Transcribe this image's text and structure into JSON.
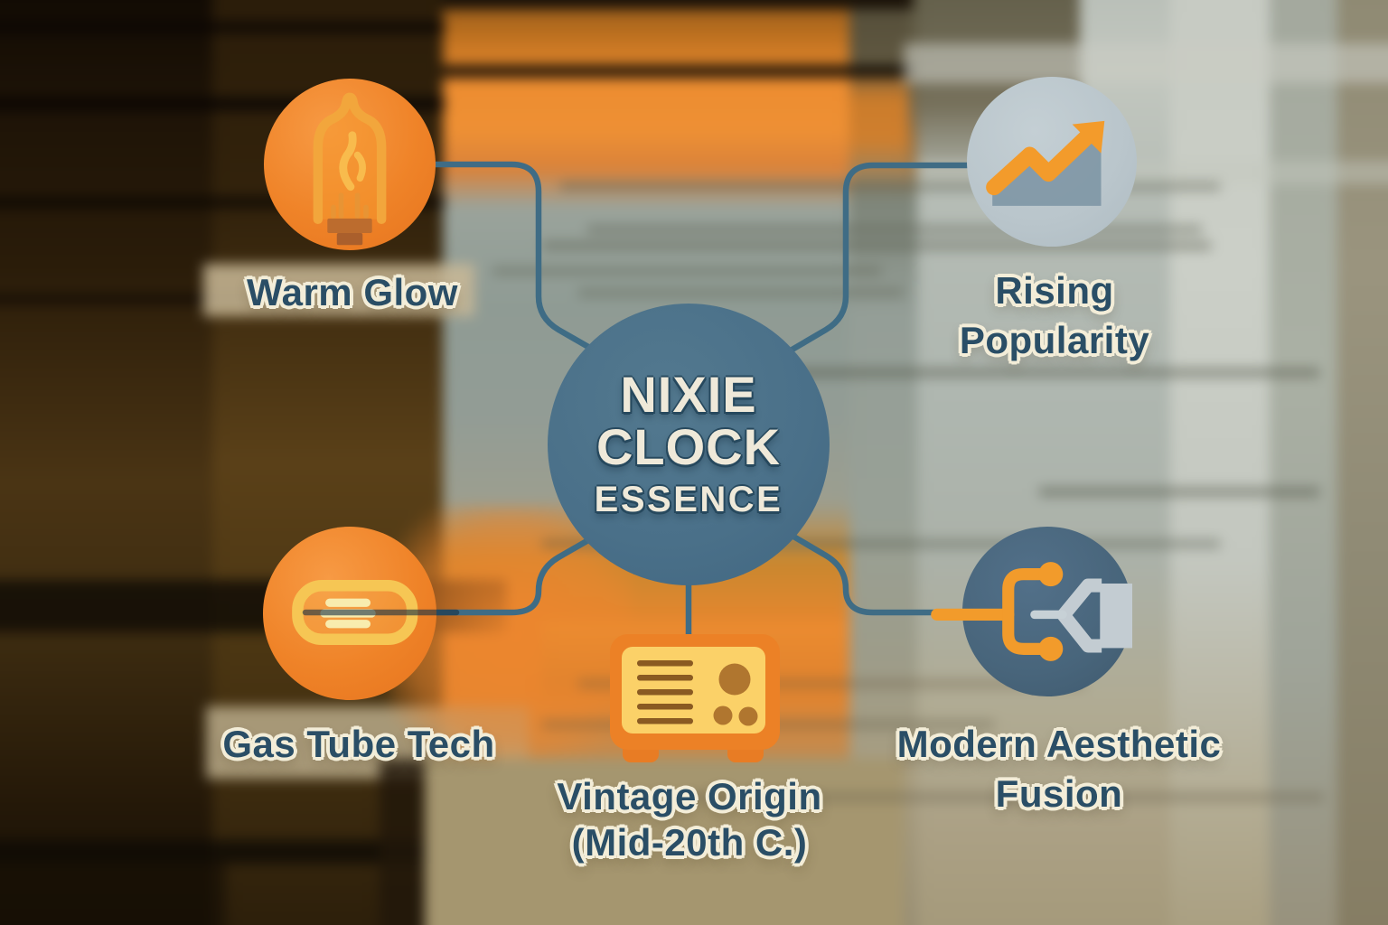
{
  "title": {
    "line1": "NIXIE",
    "line2": "CLOCK",
    "line3": "ESSENCE"
  },
  "nodes": {
    "warm_glow": {
      "label": "Warm Glow",
      "icon": "nixie-tube-bulb-icon"
    },
    "rising_popularity": {
      "label": "Rising Popularity",
      "lines": [
        "Rising",
        "Popularity"
      ],
      "icon": "trend-up-chart-icon"
    },
    "gas_tube": {
      "label": "Gas Tube Tech",
      "icon": "gas-discharge-tube-icon"
    },
    "modern_fusion": {
      "label": "Modern Aesthetic Fusion",
      "lines": [
        "Modern Aesthetic",
        "Fusion"
      ],
      "icon": "circuit-pen-fusion-icon"
    },
    "vintage_origin": {
      "label": "Vintage Origin (Mid-20th C.)",
      "lines": [
        "Vintage Origin",
        "(Mid-20th C.)"
      ],
      "icon": "vintage-radio-icon"
    }
  },
  "colors": {
    "central_circle": "#4a7089",
    "orange_node": "#ef8328",
    "light_node": "#b9c5cb",
    "dark_node": "#48657b",
    "connector": "#3f6c85",
    "accent_orange": "#f39b2b",
    "label_text": "#2a4e66",
    "label_halo": "#f3edd8",
    "title_text": "#efe9d9"
  }
}
